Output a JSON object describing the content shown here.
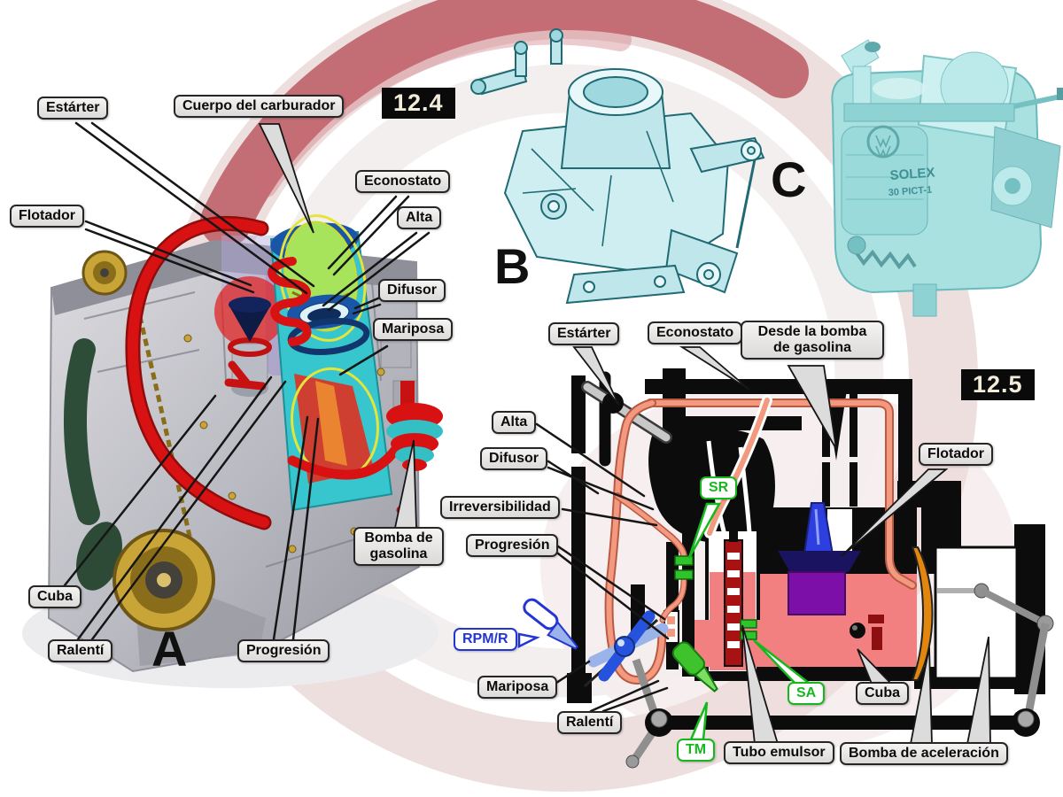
{
  "figure": {
    "badges": {
      "fig_a": "12.4",
      "fig_b": "12.5"
    },
    "letters": {
      "a": "A",
      "b": "B",
      "c": "C"
    },
    "section_a_labels": {
      "estarter": "Estárter",
      "cuerpo_del_carburador": "Cuerpo del carburador",
      "econostato": "Econostato",
      "alta": "Alta",
      "flotador": "Flotador",
      "difusor": "Difusor",
      "mariposa": "Mariposa",
      "bomba_de_gasolina": "Bomba de gasolina",
      "cuba": "Cuba",
      "ralenti": "Ralentí",
      "progresion": "Progresión"
    },
    "section_c": {
      "brand": "SOLEX",
      "model": "30 PICT-1"
    },
    "schematic_labels": {
      "estarter": "Estárter",
      "econostato": "Econostato",
      "desde_la_bomba": "Desde la bomba de gasolina",
      "alta": "Alta",
      "difusor": "Difusor",
      "irreversibilidad": "Irreversibilidad",
      "progresion": "Progresión",
      "sr": "SR",
      "flotador": "Flotador",
      "rpm_r": "RPM/R",
      "mariposa": "Mariposa",
      "ralenti": "Ralentí",
      "tm": "TM",
      "tubo_emulsor": "Tubo emulsor",
      "sa": "SA",
      "cuba": "Cuba",
      "bomba_de_aceleracion": "Bomba de aceleración"
    },
    "colors": {
      "fuel_line_salmon": "#f2997f",
      "fuel_pink": "#f28080",
      "float_purple": "#7b0fa8",
      "needle_blue": "#2e3fe0",
      "jet_green": "#2fc32c",
      "diaphragm_orange": "#e2860d",
      "hose_red": "#d81212",
      "carb_cyan": "#38c6ce",
      "callout_green": "#17b81e",
      "callout_blue": "#2336d4"
    }
  }
}
